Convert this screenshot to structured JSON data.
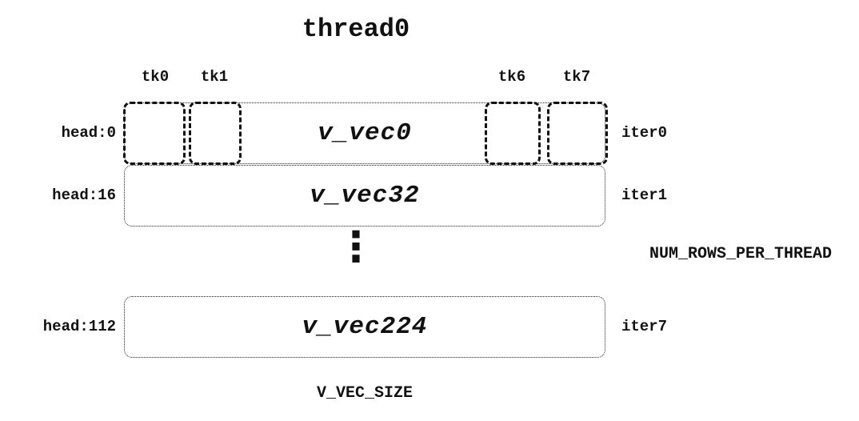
{
  "title": "thread0",
  "tick_labels": [
    "tk0",
    "tk1",
    "tk6",
    "tk7"
  ],
  "rows": [
    {
      "head": "head:0",
      "vec": "v_vec0",
      "iter": "iter0"
    },
    {
      "head": "head:16",
      "vec": "v_vec32",
      "iter": "iter1"
    },
    {
      "head": "head:112",
      "vec": "v_vec224",
      "iter": "iter7"
    }
  ],
  "ellipsis": "⋮",
  "annotations": {
    "rows_per_thread": "NUM_ROWS_PER_THREAD",
    "vec_size": "V_VEC_SIZE"
  }
}
